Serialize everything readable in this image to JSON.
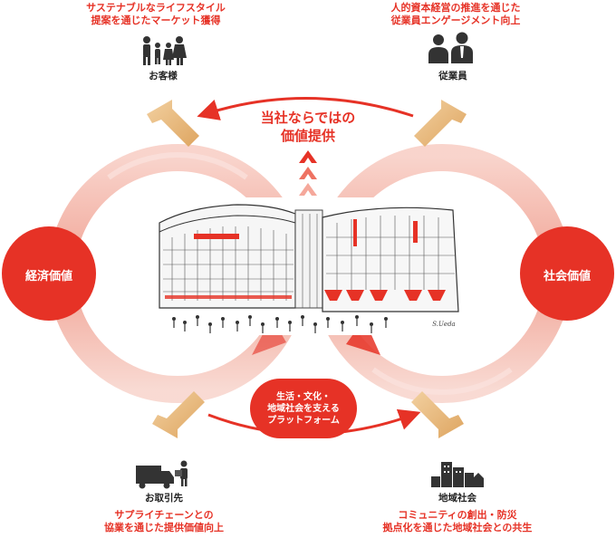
{
  "nodes": {
    "customer": {
      "caption": [
        "サステナブルなライフスタイル",
        "提案を通じたマーケット獲得"
      ],
      "label": "お客様",
      "icon": "family-icon"
    },
    "employee": {
      "caption": [
        "人的資本経営の推進を通じた",
        "従業員エンゲージメント向上"
      ],
      "label": "従業員",
      "icon": "business-people-icon"
    },
    "partner": {
      "caption": [
        "サプライチェーンとの",
        "協業を通じた提供価値向上"
      ],
      "label": "お取引先",
      "icon": "delivery-truck-icon"
    },
    "community": {
      "caption": [
        "コミュニティの創出・防災",
        "拠点化を通じた地域社会との共生"
      ],
      "label": "地域社会",
      "icon": "town-buildings-icon"
    }
  },
  "left_circle": "経済価値",
  "right_circle": "社会価値",
  "center_value": [
    "当社ならではの",
    "価値提供"
  ],
  "platform": [
    "生活・文化・",
    "地域社会を支える",
    "プラットフォーム"
  ],
  "signature": "S.Ueda",
  "colors": {
    "accent": "#e63226",
    "ring": "#f2b1a6",
    "arrow_tan": "#e6b06b"
  }
}
